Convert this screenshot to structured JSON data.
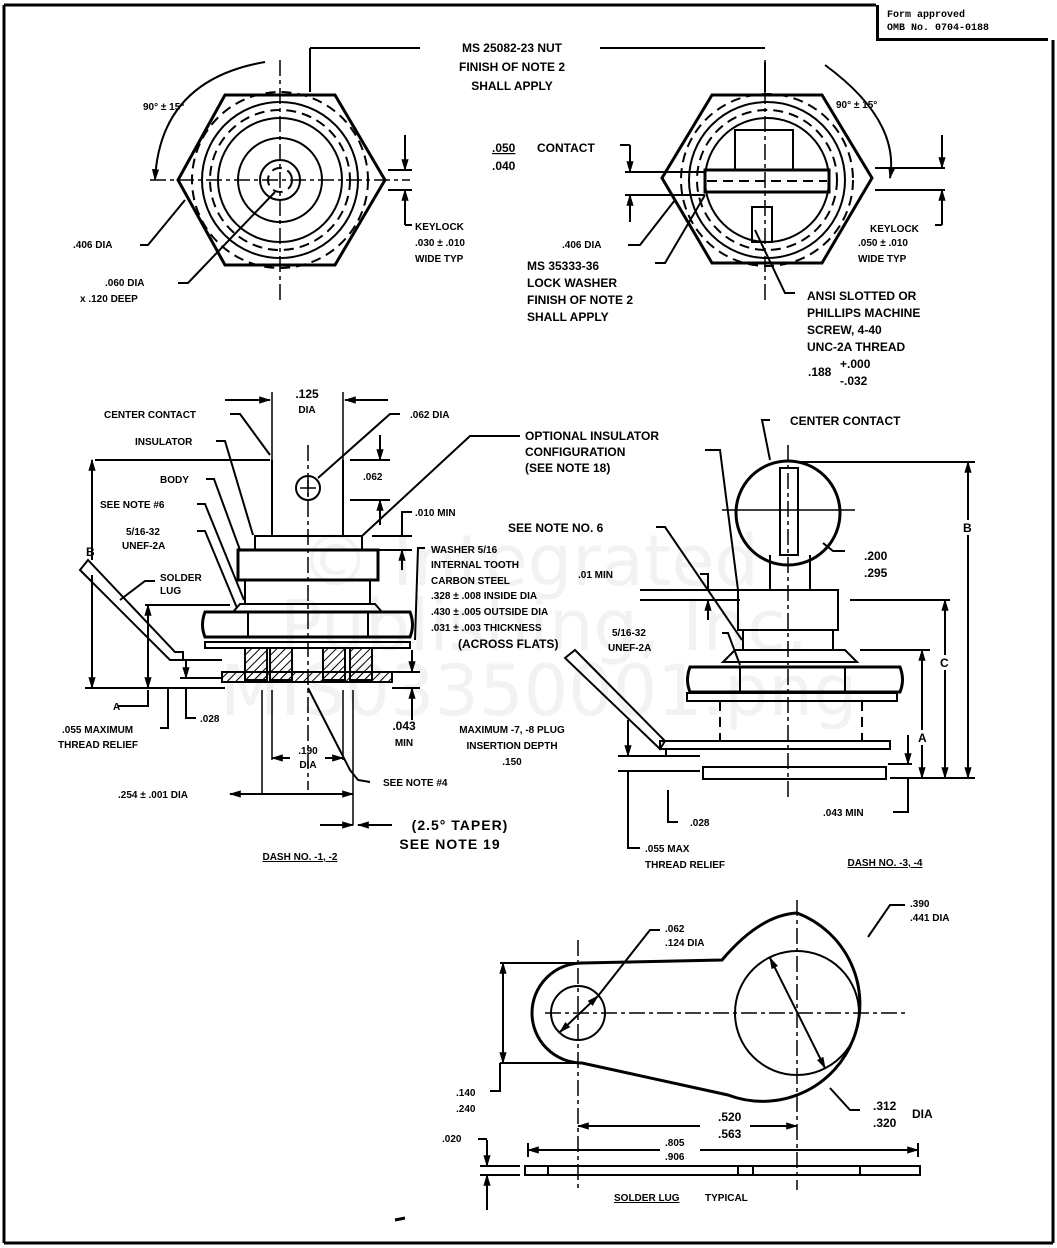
{
  "form_stamp": {
    "line1": "Form approved",
    "line2": "OMB No. 0704-0188"
  },
  "watermark": {
    "line1": "© Integrated",
    "line2": "Publishing, Inc.",
    "line3": "MIS03350001.png"
  },
  "top_views": {
    "nut_callout": [
      "MS 25082-23 NUT",
      "FINISH OF NOTE 2",
      "SHALL APPLY"
    ],
    "left": {
      "angle": "90° ± 15°",
      "dia_406": ".406 DIA",
      "hole": [
        ".060 DIA",
        "x .120 DEEP"
      ],
      "keylock": [
        "KEYLOCK",
        ".030 ± .010",
        "WIDE  TYP"
      ]
    },
    "right": {
      "contact_top": ".050",
      "contact_label": "CONTACT",
      "contact_bottom": ".040",
      "angle": "90° ± 15°",
      "dia_406": ".406 DIA",
      "lock_washer": [
        "MS 35333-36",
        "LOCK WASHER",
        "FINISH OF NOTE 2",
        "SHALL APPLY"
      ],
      "keylock": [
        "KEYLOCK",
        ".050 ± .010",
        "WIDE  TYP"
      ],
      "screw": [
        "ANSI SLOTTED OR",
        "PHILLIPS MACHINE",
        "SCREW, 4-40",
        "UNC-2A THREAD"
      ],
      "screw_len": ".188",
      "screw_tol_plus": "+.000",
      "screw_tol_minus": "-.032"
    }
  },
  "side_view_1": {
    "title": "DASH NO. -1, -2",
    "dia_125": [
      ".125",
      "DIA"
    ],
    "center_contact": "CENTER CONTACT",
    "insulator": "INSULATOR",
    "body": "BODY",
    "see_note_6": "SEE NOTE #6",
    "thread": [
      "5/16-32",
      "UNEF-2A"
    ],
    "solder_lug": [
      "SOLDER",
      "LUG"
    ],
    "dim_B": "B",
    "dim_A": "A",
    "dia_062": ".062 DIA",
    "dim_062": ".062",
    "min_010": ".010 MIN",
    "washer": [
      "WASHER 5/16",
      "INTERNAL TOOTH",
      "CARBON STEEL",
      ".328 ± .008 INSIDE DIA",
      ".430 ± .005 OUTSIDE DIA",
      ".031 ± .003 THICKNESS",
      "(ACROSS FLATS)"
    ],
    "thread_relief": [
      ".055 MAXIMUM",
      "THREAD RELIEF"
    ],
    "dim_028": ".028",
    "dim_190": [
      ".190",
      "DIA"
    ],
    "dim_254": ".254 ± .001 DIA",
    "see_note_4": "SEE NOTE #4",
    "dim_043": [
      ".043",
      "MIN"
    ],
    "plug_depth": [
      "MAXIMUM -7, -8 PLUG",
      "INSERTION DEPTH",
      ".150"
    ],
    "taper": [
      "(2.5° TAPER)",
      "SEE NOTE 19"
    ]
  },
  "side_view_2": {
    "title": "DASH NO. -3, -4",
    "optional_insulator": [
      "OPTIONAL INSULATOR",
      "CONFIGURATION",
      "(SEE NOTE 18)"
    ],
    "see_note_6": "SEE NOTE NO. 6",
    "center_contact": "CENTER CONTACT",
    "min_01": ".01 MIN",
    "thread": [
      "5/16-32",
      "UNEF-2A"
    ],
    "dim_200": [
      ".200",
      ".295"
    ],
    "dim_B": "B",
    "dim_C": "C",
    "dim_A": "A",
    "dim_028": ".028",
    "dim_043": ".043 MIN",
    "thread_relief": [
      ".055 MAX",
      "THREAD RELIEF"
    ]
  },
  "solder_lug": {
    "title": "SOLDER LUG",
    "typical": "TYPICAL",
    "small_hole": [
      ".062",
      ".124 DIA"
    ],
    "outer_dia": [
      ".390",
      ".441 DIA"
    ],
    "height": [
      ".140",
      ".240"
    ],
    "inner_dia": [
      ".312",
      ".320"
    ],
    "inner_dia_suffix": "DIA",
    "center_dist": [
      ".520",
      ".563"
    ],
    "overall_len": [
      ".805",
      ".906"
    ],
    "thickness": ".020"
  }
}
